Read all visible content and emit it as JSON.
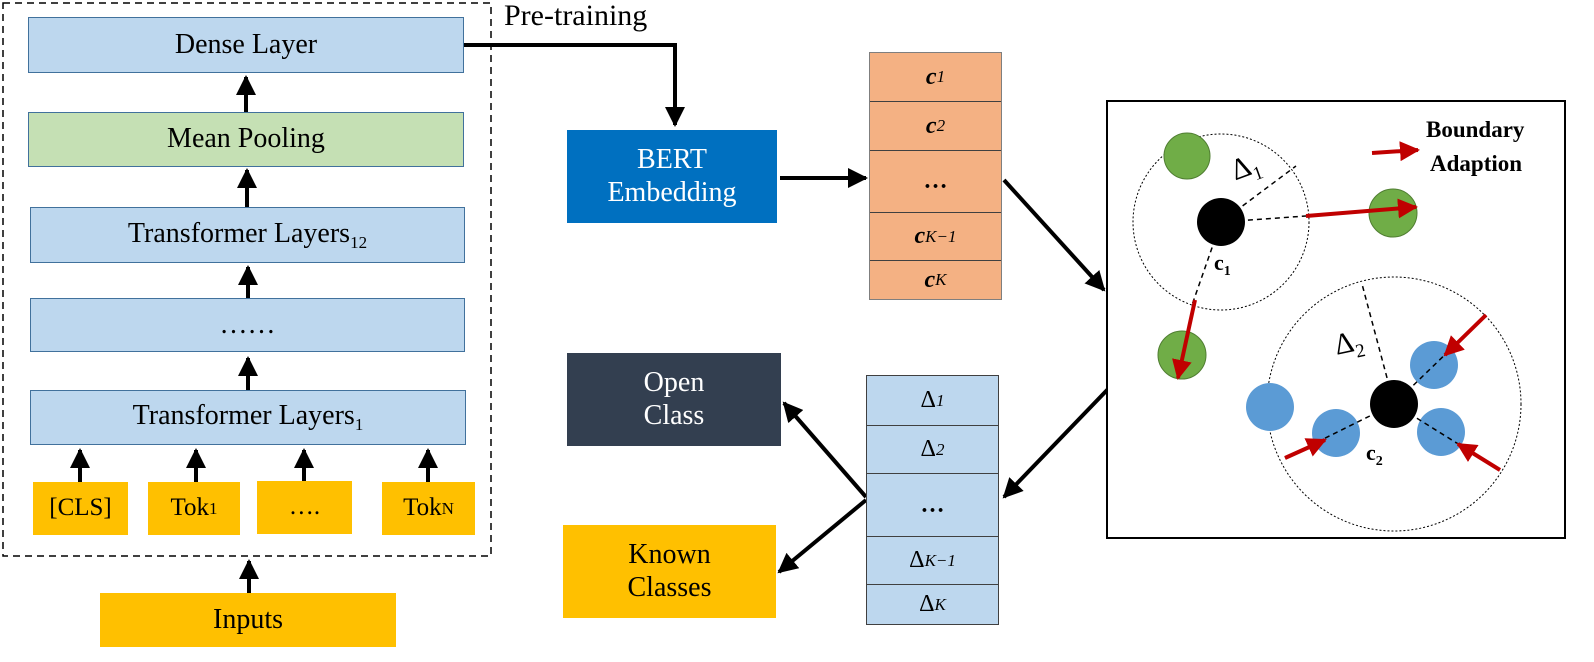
{
  "left_module": {
    "dense_label": "Dense Layer",
    "pooling_label": "Mean Pooling",
    "transformer_top": {
      "label": "Transformer Layers",
      "sub": "12"
    },
    "middle_label": "……",
    "transformer_bottom": {
      "label": "Transformer Layers",
      "sub": "1"
    },
    "tokens": [
      {
        "label": "[CLS]",
        "sub": ""
      },
      {
        "label": "Tok",
        "sub": "1"
      },
      {
        "label": "….",
        "sub": ""
      },
      {
        "label": "Tok",
        "sub": "N"
      }
    ],
    "inputs_label": "Inputs"
  },
  "pretraining_label": "Pre-training",
  "bert": {
    "line1": "BERT",
    "line2": "Embedding"
  },
  "centroids": [
    {
      "sym": "c",
      "sub": "1"
    },
    {
      "sym": "c",
      "sub": "2"
    },
    {
      "sym": "…",
      "sub": ""
    },
    {
      "sym": "c",
      "sub": "K−1"
    },
    {
      "sym": "c",
      "sub": "K"
    }
  ],
  "boundaries": [
    {
      "sym": "Δ",
      "sub": "1"
    },
    {
      "sym": "Δ",
      "sub": "2"
    },
    {
      "sym": "…",
      "sub": ""
    },
    {
      "sym": "Δ",
      "sub": "K−1"
    },
    {
      "sym": "Δ",
      "sub": "K"
    }
  ],
  "open_class": {
    "line1": "Open",
    "line2": "Class"
  },
  "known_classes": {
    "line1": "Known",
    "line2": "Classes"
  },
  "scatter_panel": {
    "legend_line1": "Boundary",
    "legend_line2": "Adaption",
    "c1_label": {
      "sym": "c",
      "sub": "1"
    },
    "c2_label": {
      "sym": "c",
      "sub": "2"
    },
    "delta1_label": {
      "sym": "Δ",
      "sub": "1"
    },
    "delta2_label": {
      "sym": "Δ",
      "sub": "2"
    }
  },
  "colors": {
    "layer_fill": "#bdd7ee",
    "pooling_fill": "#c5e0b4",
    "token_fill": "#ffc000",
    "bert_fill": "#0070c0",
    "open_fill": "#333f50",
    "centroid_fill": "#f4b183",
    "green_point": "#70ad47",
    "blue_point": "#5b9bd5",
    "adaption_arrow": "#c00000"
  }
}
